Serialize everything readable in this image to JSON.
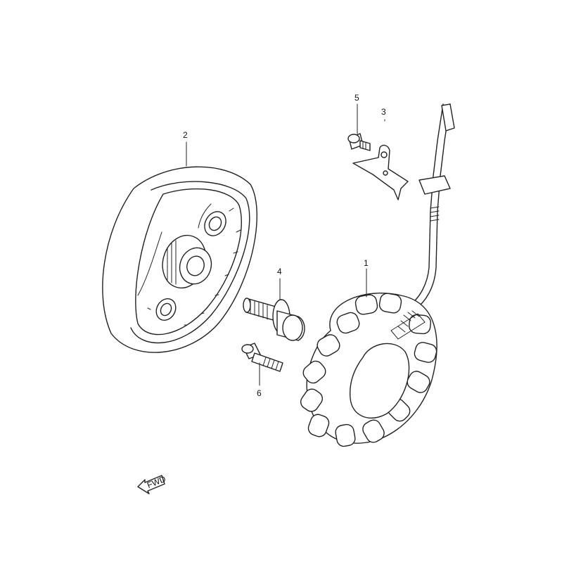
{
  "callouts": [
    {
      "id": "stator",
      "label": "1"
    },
    {
      "id": "rotor",
      "label": "2"
    },
    {
      "id": "lead-clamp",
      "label": "3"
    },
    {
      "id": "rotor-bolt",
      "label": "4"
    },
    {
      "id": "clamp-screw",
      "label": "5"
    },
    {
      "id": "stator-screw",
      "label": "6"
    }
  ],
  "fwd_marker": {
    "label": "FWD"
  }
}
